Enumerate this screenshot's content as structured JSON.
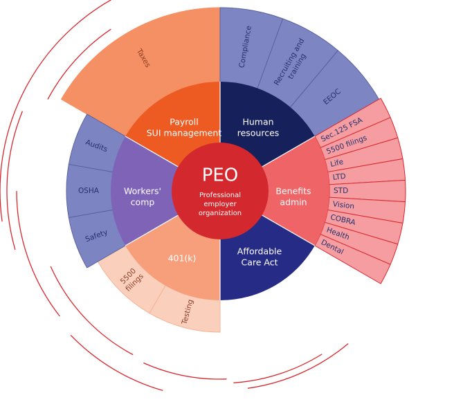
{
  "colors": {
    "red_line": "#d8262c",
    "center_fill": "#d3282d",
    "payroll_inner": "#ee5b22",
    "payroll_outer": "#f58f64",
    "hr_inner": "#16205a",
    "hr_outer": "#7d85c2",
    "benefits_inner": "#ef6466",
    "benefits_outer": "#f59da0",
    "aca_inner": "#262c86",
    "k401_inner": "#f79e7b",
    "k401_outer": "#fad0bd",
    "wc_inner": "#7f63b7",
    "wc_outer": "#7d84c2",
    "dark_text": "#25306e",
    "light_text": "#ffffff"
  },
  "center": {
    "title": "PEO",
    "subtitle_lines": [
      "Professional",
      "employer",
      "organization"
    ]
  },
  "categories": [
    {
      "key": "payroll",
      "label_lines": [
        "Payroll",
        "SUI management"
      ],
      "subitems": [
        {
          "lines": [
            "Taxes"
          ]
        }
      ]
    },
    {
      "key": "human_resources",
      "label_lines": [
        "Human",
        "resources"
      ],
      "subitems": [
        {
          "lines": [
            "Compliance"
          ]
        },
        {
          "lines": [
            "Recruiting and",
            "training"
          ]
        },
        {
          "lines": [
            "EEOC"
          ]
        }
      ]
    },
    {
      "key": "benefits",
      "label_lines": [
        "Benefits",
        "admin"
      ],
      "subitems": [
        {
          "lines": [
            "Sec.125 FSA"
          ]
        },
        {
          "lines": [
            "5500 filings"
          ]
        },
        {
          "lines": [
            "Life"
          ]
        },
        {
          "lines": [
            "LTD"
          ]
        },
        {
          "lines": [
            "STD"
          ]
        },
        {
          "lines": [
            "Vision"
          ]
        },
        {
          "lines": [
            "COBRA"
          ]
        },
        {
          "lines": [
            "Health"
          ]
        },
        {
          "lines": [
            "Dental"
          ]
        }
      ]
    },
    {
      "key": "aca",
      "label_lines": [
        "Affordable",
        "Care Act"
      ],
      "subitems": []
    },
    {
      "key": "k401",
      "label_lines": [
        "401(k)"
      ],
      "subitems": [
        {
          "lines": [
            "5500",
            "filings"
          ]
        },
        {
          "lines": [
            "Testing"
          ]
        }
      ]
    },
    {
      "key": "workers_comp",
      "label_lines": [
        "Workers'",
        "comp"
      ],
      "subitems": [
        {
          "lines": [
            "Audits"
          ]
        },
        {
          "lines": [
            "OSHA"
          ]
        },
        {
          "lines": [
            "Safety"
          ]
        }
      ]
    }
  ]
}
